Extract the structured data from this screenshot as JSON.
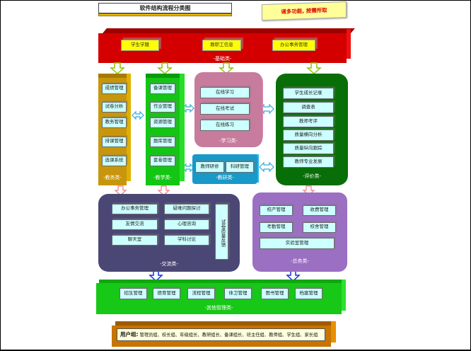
{
  "title": "软件结构流程分类图",
  "note": "诸多功能, 按需所取",
  "base": {
    "label": "-基础类-",
    "items": [
      "学生学籍",
      "教职工信息",
      "办公事务管理"
    ],
    "color": "#d40000"
  },
  "jiaowu": {
    "label": "-教务类-",
    "items": [
      "成绩管理",
      "试卷分析",
      "教务管理",
      "排课管理",
      "选课系统"
    ],
    "color": "#c8960c"
  },
  "jiaoxue": {
    "label": "-教学类-",
    "items": [
      "备课管理",
      "作业管理",
      "资源管理",
      "题库管理",
      "套卷管理"
    ],
    "color": "#13c613"
  },
  "xuexi": {
    "label": "-学习类-",
    "items": [
      "在线学习",
      "在线考试",
      "在线练习"
    ],
    "color": "#c77b9d"
  },
  "jiaoyan": {
    "label": "-教研类-",
    "items": [
      "教师研修",
      "科研管理"
    ],
    "color": "#1899c8"
  },
  "pingjia": {
    "label": "-评价类-",
    "items": [
      "学生成长记录",
      "调查表",
      "教师考评",
      "质量横向分析",
      "质量纵向跟踪",
      "教师专业发展"
    ],
    "color": "#086e08"
  },
  "jiaoliu": {
    "label": "-交流类-",
    "items": [
      "办公事务管理",
      "疑难问题探讨",
      "友情交流",
      "心理咨询",
      "聊天室",
      "学科讨论"
    ],
    "vertical_item": "试卷质量反馈",
    "color": "#4b4775"
  },
  "zongwu": {
    "label": "-总务类-",
    "items": [
      "校产管理",
      "收费管理",
      "考勤管理",
      "校舍管理",
      "实验室管理"
    ],
    "color": "#9b6fc2"
  },
  "qita": {
    "label": "-其他管理类-",
    "items": [
      "招生管理",
      "德育管理",
      "流程管理",
      "体卫管理",
      "图书管理",
      "档案管理"
    ],
    "color": "#17c817"
  },
  "users": {
    "label": "用户组:",
    "groups": "管理员组、校长组、年级组长、教研组长、备课组长、班主任组、教师组、学生组、家长组"
  }
}
